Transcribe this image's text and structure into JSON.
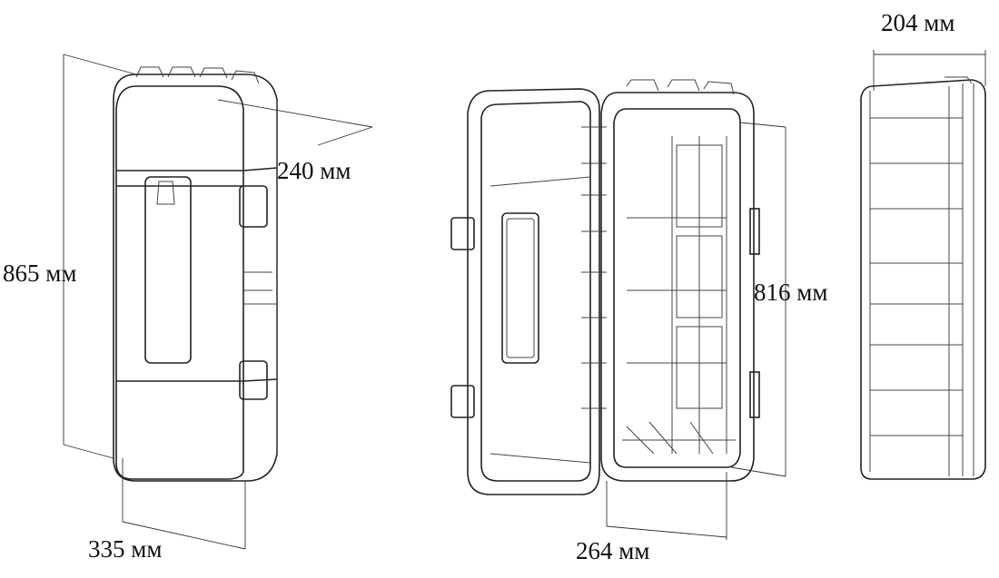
{
  "dimensions": {
    "closed_height": "865 мм",
    "closed_depth": "240 мм",
    "closed_width": "335 мм",
    "inner_height": "816 мм",
    "inner_width": "264 мм",
    "side_depth": "204 мм"
  },
  "colors": {
    "line": "#222222",
    "background": "#ffffff"
  }
}
